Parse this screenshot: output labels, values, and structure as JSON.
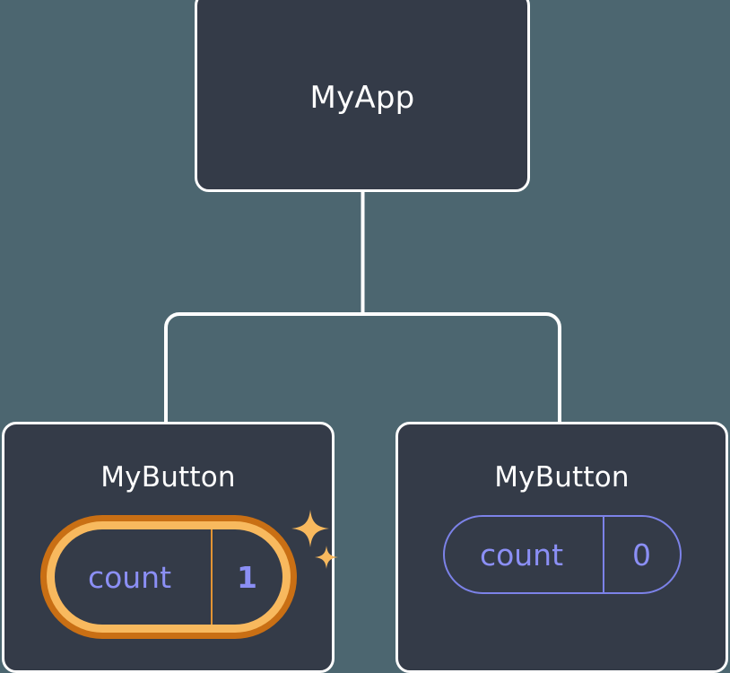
{
  "canvas": {
    "background_color": "#4c6670",
    "node_fill_color": "#343b48",
    "node_border_color": "#ffffff",
    "connector_color": "#ffffff",
    "accent_purple": "#8b8ff5",
    "accent_purple_border": "#7c82e8",
    "highlight_outer_ring_color": "#c96f14",
    "highlight_inner_ring_color": "#f8b95e",
    "sparkle_color": "#f8b95e"
  },
  "tree": {
    "root": {
      "title": "MyApp"
    },
    "children": [
      {
        "title": "MyButton",
        "state": {
          "key": "count",
          "value": "1"
        },
        "highlighted": true,
        "sparkles": [
          "sparkle-large-icon",
          "sparkle-small-icon"
        ]
      },
      {
        "title": "MyButton",
        "state": {
          "key": "count",
          "value": "0"
        },
        "highlighted": false,
        "sparkles": []
      }
    ]
  }
}
